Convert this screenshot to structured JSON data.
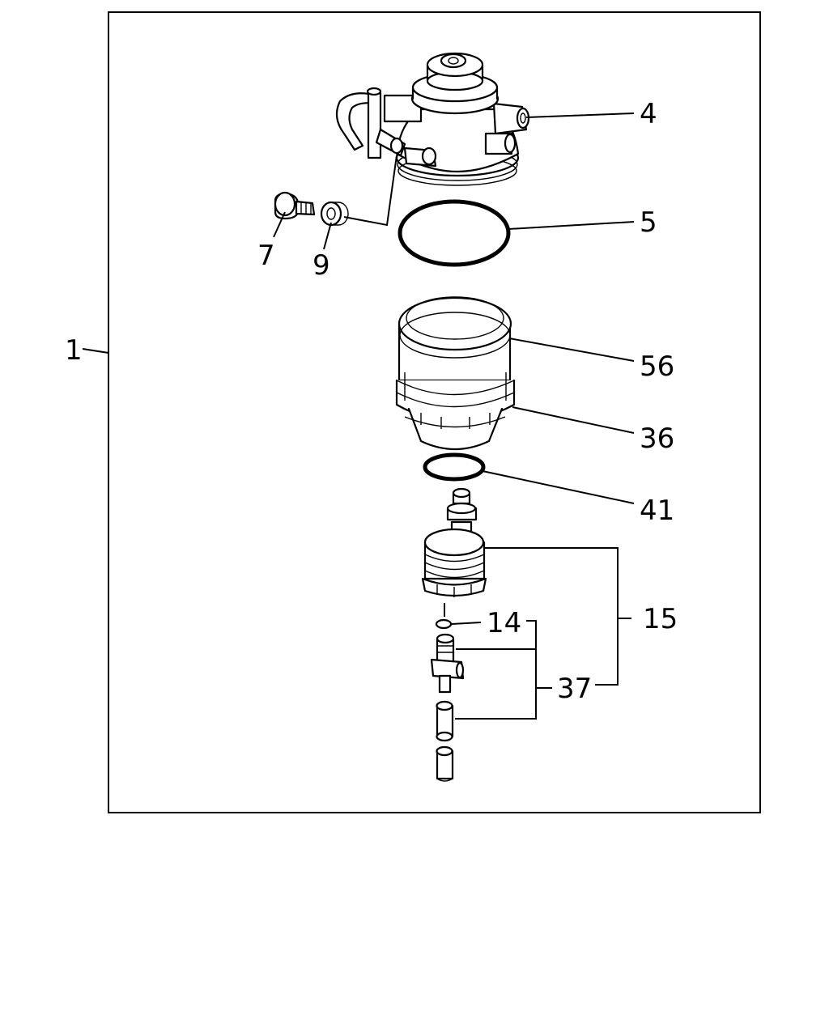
{
  "callouts": {
    "c1": "1",
    "c4": "4",
    "c5": "5",
    "c7": "7",
    "c9": "9",
    "c56": "56",
    "c36": "36",
    "c41": "41",
    "c15": "15",
    "c14": "14",
    "c37": "37"
  }
}
